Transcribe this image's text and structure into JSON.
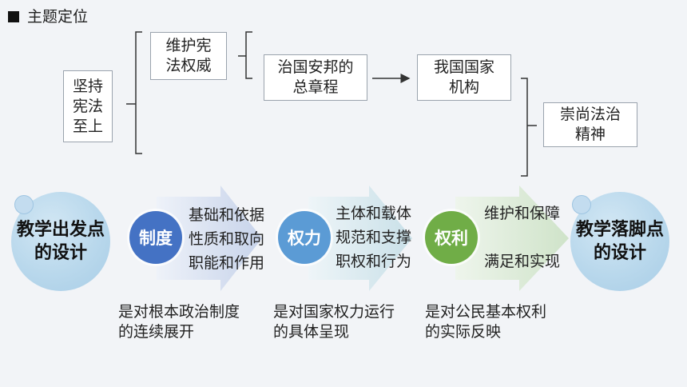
{
  "header": {
    "title": "主题定位"
  },
  "tree": {
    "root": "坚持\n宪法\n至上",
    "branch_top": "维护宪\n法权威",
    "node_a": "治国安邦的\n总章程",
    "node_b": "我国国家\n机构",
    "node_c": "崇尚法治\n精神"
  },
  "flow": {
    "start": "教学出发点\n的设计",
    "end": "教学落脚点\n的设计",
    "stages": [
      {
        "label": "制度",
        "color": "#4472c4",
        "items": [
          "基础和依据",
          "性质和取向",
          "职能和作用"
        ],
        "caption": "是对根本政治制度\n的连续展开"
      },
      {
        "label": "权力",
        "color": "#5b9bd5",
        "items": [
          "主体和载体",
          "规范和支撑",
          "职权和行为"
        ],
        "caption": "是对国家权力运行\n的具体呈现"
      },
      {
        "label": "权利",
        "color": "#70ad47",
        "items": [
          "维护和保障",
          "满足和实现"
        ],
        "caption": "是对公民基本权利\n的实际反映"
      }
    ]
  }
}
